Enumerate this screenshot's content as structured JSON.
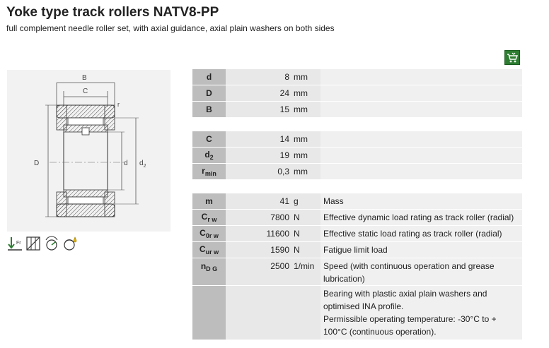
{
  "header": {
    "title": "Yoke type track rollers NATV8-PP",
    "subtitle": "full complement needle roller set, with axial guidance, axial plain washers on both sides"
  },
  "icons": {
    "cart": "shopping-cart-icon",
    "symbols": [
      "radial-load-icon",
      "sealing-icon",
      "speed-icon",
      "lubrication-icon"
    ]
  },
  "drawing": {
    "labels": {
      "B": "B",
      "C": "C",
      "r": "r",
      "D": "D",
      "d": "d",
      "d2": "d",
      "d2_sub": "2"
    }
  },
  "dimensions1": [
    {
      "symbol": "d",
      "value": "8",
      "unit": "mm"
    },
    {
      "symbol": "D",
      "value": "24",
      "unit": "mm"
    },
    {
      "symbol": "B",
      "value": "15",
      "unit": "mm"
    }
  ],
  "dimensions2": [
    {
      "symbol": "C",
      "value": "14",
      "unit": "mm"
    },
    {
      "symbol": "d",
      "symbol_sub": "2",
      "value": "19",
      "unit": "mm"
    },
    {
      "symbol": "r",
      "symbol_sub": "min",
      "value": "0,3",
      "unit": "mm"
    }
  ],
  "properties": [
    {
      "symbol": "m",
      "value": "41",
      "unit": "g",
      "desc": "Mass"
    },
    {
      "symbol": "C",
      "symbol_sub": "r w",
      "value": "7800",
      "unit": "N",
      "desc": "Effective dynamic load rating as track roller (radial)"
    },
    {
      "symbol": "C",
      "symbol_sub": "0r w",
      "value": "11600",
      "unit": "N",
      "desc": "Effective static load rating as track roller (radial)"
    },
    {
      "symbol": "C",
      "symbol_sub": "ur w",
      "value": "1590",
      "unit": "N",
      "desc": "Fatigue limit load"
    },
    {
      "symbol": "n",
      "symbol_sub": "D G",
      "value": "2500",
      "unit": "1/min",
      "desc": "Speed (with continuous operation and grease lubrication)"
    }
  ],
  "notes": {
    "line1": "Bearing with plastic axial plain washers and optimised INA profile.",
    "line2": "Permissible operating temperature: -30°C to + 100°C (continuous operation)."
  },
  "colors": {
    "header_cell": "#bdbdbd",
    "value_cell": "#e8e8e8",
    "desc_cell": "#f0f0f0",
    "cart": "#2e7d32"
  }
}
